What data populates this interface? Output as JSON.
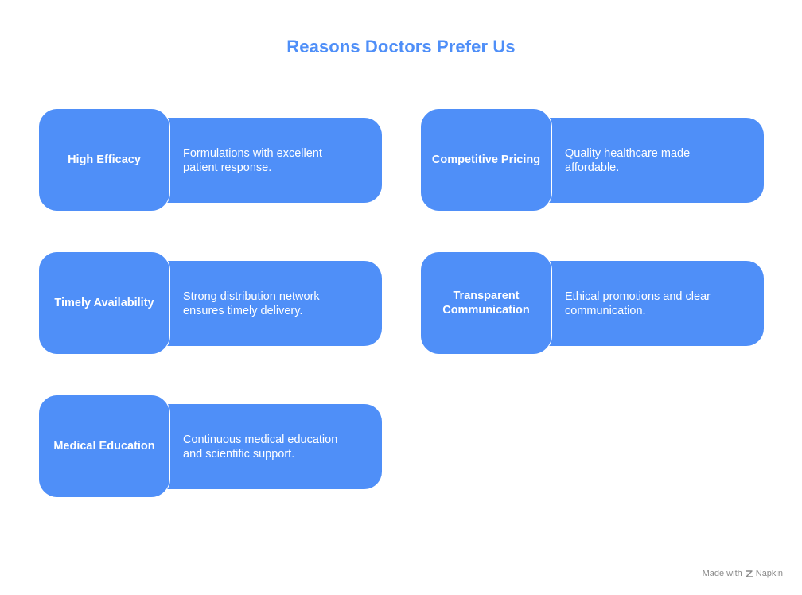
{
  "title": "Reasons Doctors Prefer Us",
  "colors": {
    "accent": "#4f8ff8",
    "background": "#ffffff",
    "footer_text": "#8a8a8a"
  },
  "cards": [
    {
      "label": "High Efficacy",
      "description": "Formulations with excellent patient response."
    },
    {
      "label": "Competitive Pricing",
      "description": "Quality healthcare made affordable."
    },
    {
      "label": "Timely Availability",
      "description": "Strong distribution network ensures timely delivery."
    },
    {
      "label": "Transparent Communication",
      "description": "Ethical promotions and clear communication."
    },
    {
      "label": "Medical Education",
      "description": "Continuous medical education and scientific support."
    }
  ],
  "footer": {
    "made_with": "Made with",
    "brand": "Napkin",
    "icon": "napkin-logo-icon"
  }
}
